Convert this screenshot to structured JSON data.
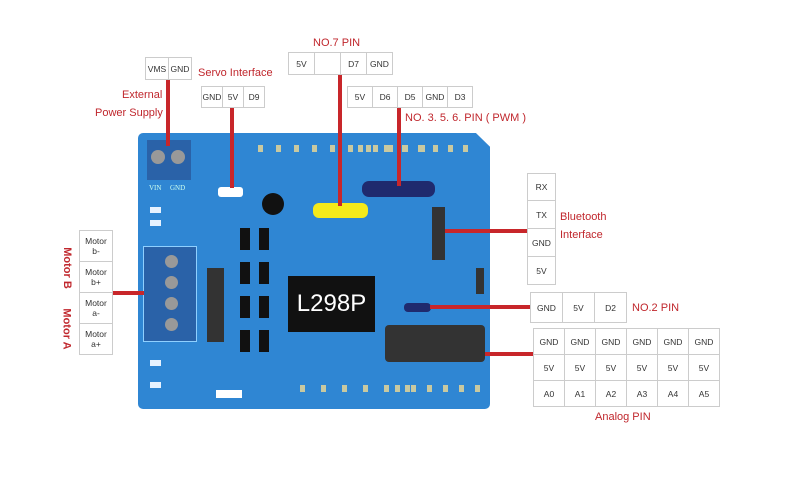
{
  "power": {
    "pins": [
      "VMS",
      "GND"
    ],
    "label_line1": "External",
    "label_line2": "Power Supply"
  },
  "servo": {
    "title": "Servo Interface",
    "pins": [
      "GND",
      "5V",
      "D9"
    ]
  },
  "pin7": {
    "title": "NO.7 PIN",
    "pins": [
      "5V",
      "",
      "D7",
      "GND"
    ]
  },
  "pwm": {
    "title": "NO. 3. 5. 6. PIN ( PWM )",
    "pins": [
      "5V",
      "D6",
      "D5",
      "GND",
      "D3"
    ]
  },
  "bluetooth": {
    "label_line1": "Bluetooth",
    "label_line2": "Interface",
    "pins": [
      "RX",
      "TX",
      "GND",
      "5V"
    ]
  },
  "pin2": {
    "title": "NO.2 PIN",
    "pins": [
      "GND",
      "5V",
      "D2"
    ]
  },
  "analog": {
    "title": "Analog PIN",
    "rows": [
      [
        "GND",
        "GND",
        "GND",
        "GND",
        "GND",
        "GND"
      ],
      [
        "5V",
        "5V",
        "5V",
        "5V",
        "5V",
        "5V"
      ],
      [
        "A0",
        "A1",
        "A2",
        "A3",
        "A4",
        "A5"
      ]
    ]
  },
  "motor": {
    "group_b": "Motor B",
    "group_a": "Motor A",
    "pins": [
      [
        "Motor",
        "b-"
      ],
      [
        "Motor",
        "b+"
      ],
      [
        "Motor",
        "a-"
      ],
      [
        "Motor",
        "a+"
      ]
    ]
  },
  "board": {
    "chip": "L298P",
    "terminal_labels": [
      "VIN",
      "GND"
    ]
  },
  "colors": {
    "board": "#2f86d3",
    "label": "#c0272d",
    "line": "#c8262a"
  }
}
